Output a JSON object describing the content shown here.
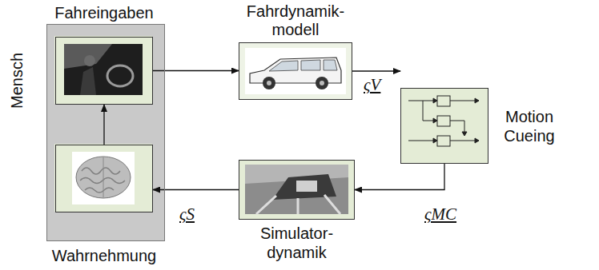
{
  "diagram": {
    "nodes": [
      {
        "text": [
          "Mensch"
        ]
      },
      {
        "text": [
          "Fahreingaben"
        ],
        "in": 0
      },
      {
        "text": [
          "Wahrnehmung"
        ],
        "in": 0
      },
      {
        "text": [
          "Fahrdynamik- modell"
        ]
      },
      {
        "text": [
          "Motion Cueing"
        ]
      },
      {
        "text": [
          "Simulator- dynamik"
        ]
      }
    ],
    "edges": [
      {
        "from": 2,
        "to": 1,
        "arrow": "to"
      },
      {
        "from": 1,
        "to": 3,
        "arrow": "to"
      },
      {
        "from": 3,
        "to": 4,
        "label": "ςV",
        "arrow": "to"
      },
      {
        "from": 4,
        "to": 5,
        "label": "ςMC",
        "arrow": "to"
      },
      {
        "from": 5,
        "to": 2,
        "label": "ςS",
        "arrow": "to"
      }
    ]
  }
}
